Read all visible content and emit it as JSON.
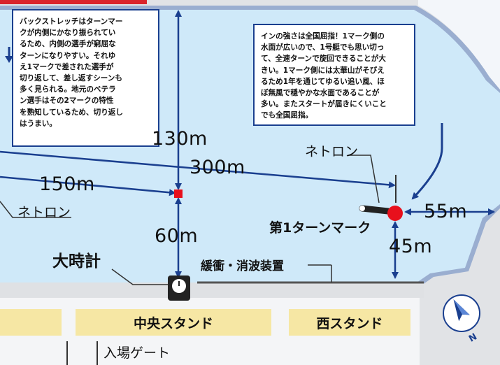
{
  "map": {
    "notes": {
      "backstretch": "バックストレッチはターンマー\nクが内側にかなり振られてい\nるため、内側の選手が窮屈な\nターンになりやすい。それゆ\nえ1マークで差された選手が\n切り返して、差し返すシーンも\n多く見られる。地元のベテラ\nン選手はその2マークの特性\nを熟知しているため、切り返し\nはうまい。",
      "inside": "インの強さは全国屈指！1マーク側の\n水面が広いので、1号艇でも思い切っ\nて、全速ターンで旋回できることが大\nきい。1マーク側には太華山がそびえ\nるため1年を通じてゆるい追い風、ほ\nぼ無風で穏やかな水面であることが\n多い。またスタートが届きにくいこと\nでも全国屈指。"
    },
    "distances": {
      "d130": "130m",
      "d300": "300m",
      "d150": "150m",
      "d60": "60m",
      "d55": "55m",
      "d45": "45m"
    },
    "labels": {
      "netron_right": "ネトロン",
      "netron_left": "ネトロン",
      "first_turn_mark": "第1ターンマーク",
      "clock": "大時計",
      "wave_absorber": "緩衝・消波装置"
    },
    "stands": {
      "center": "中央スタンド",
      "west": "西スタンド"
    },
    "gate": "入場ゲート",
    "compass": "N",
    "colors": {
      "water": "#cfe9f9",
      "frame": "#9aaed0",
      "arrow": "#1a3f8f",
      "mark_red": "#e8101c",
      "stand_yellow": "#f6e7a4"
    }
  }
}
